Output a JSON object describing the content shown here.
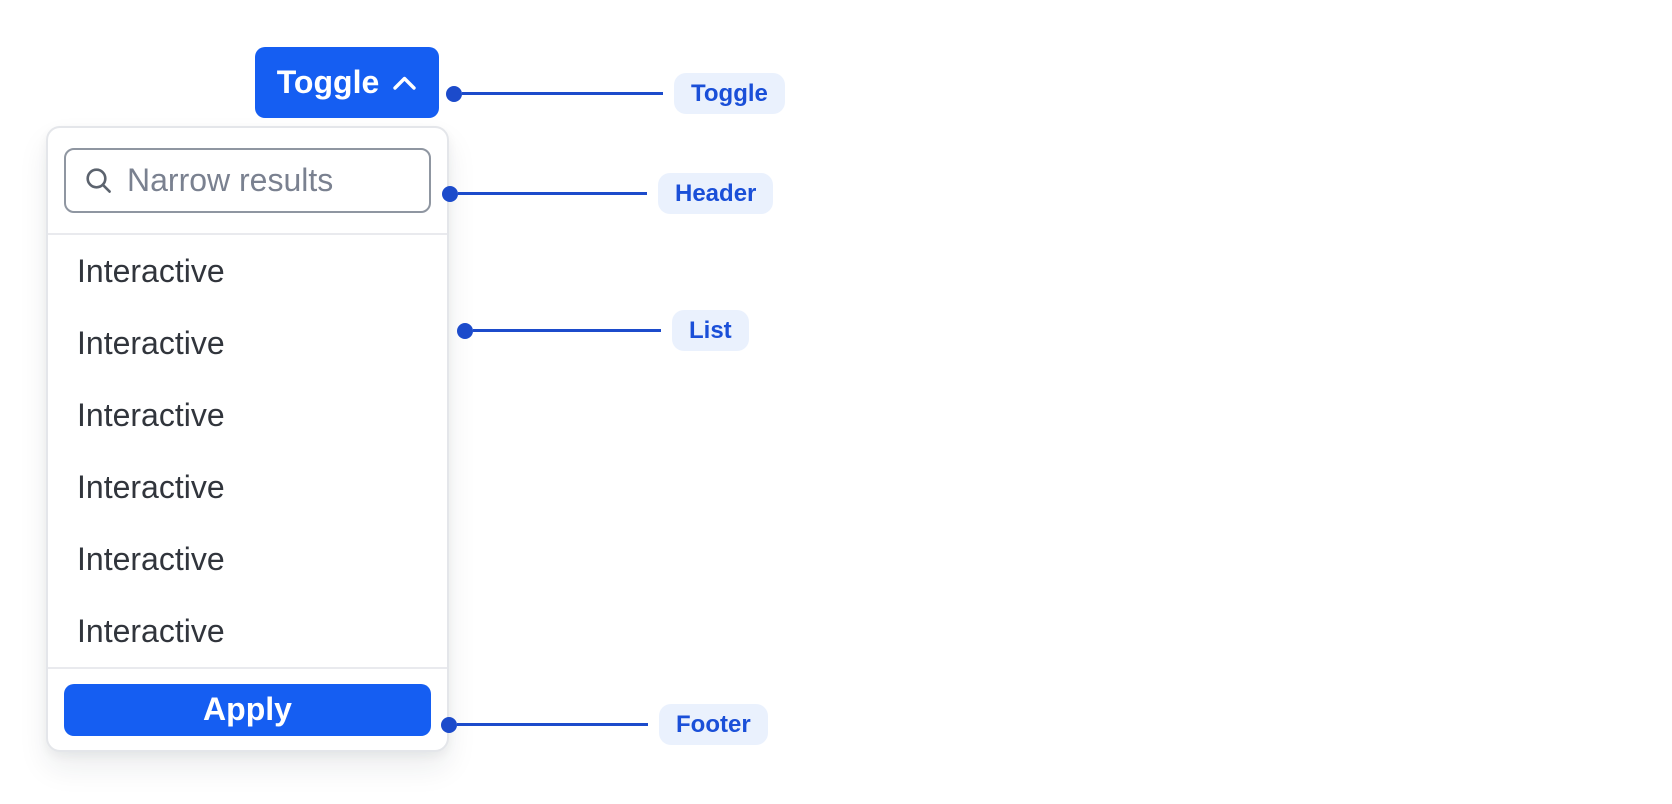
{
  "colors": {
    "accent": "#155EF2",
    "anno": "#1C4BCB",
    "labelText": "#1A4FD8",
    "pillBg": "#EAF1FD"
  },
  "toggle_button": {
    "label": "Toggle",
    "icon": "chevron-up-icon"
  },
  "dropdown": {
    "header": {
      "search_placeholder": "Narrow results",
      "search_value": "",
      "icon": "search-icon"
    },
    "list_items": [
      {
        "label": "Interactive"
      },
      {
        "label": "Interactive"
      },
      {
        "label": "Interactive"
      },
      {
        "label": "Interactive"
      },
      {
        "label": "Interactive"
      },
      {
        "label": "Interactive"
      }
    ],
    "footer": {
      "apply_label": "Apply"
    }
  },
  "annotations": {
    "toggle": {
      "label": "Toggle"
    },
    "header": {
      "label": "Header"
    },
    "list": {
      "label": "List"
    },
    "footer": {
      "label": "Footer"
    }
  }
}
